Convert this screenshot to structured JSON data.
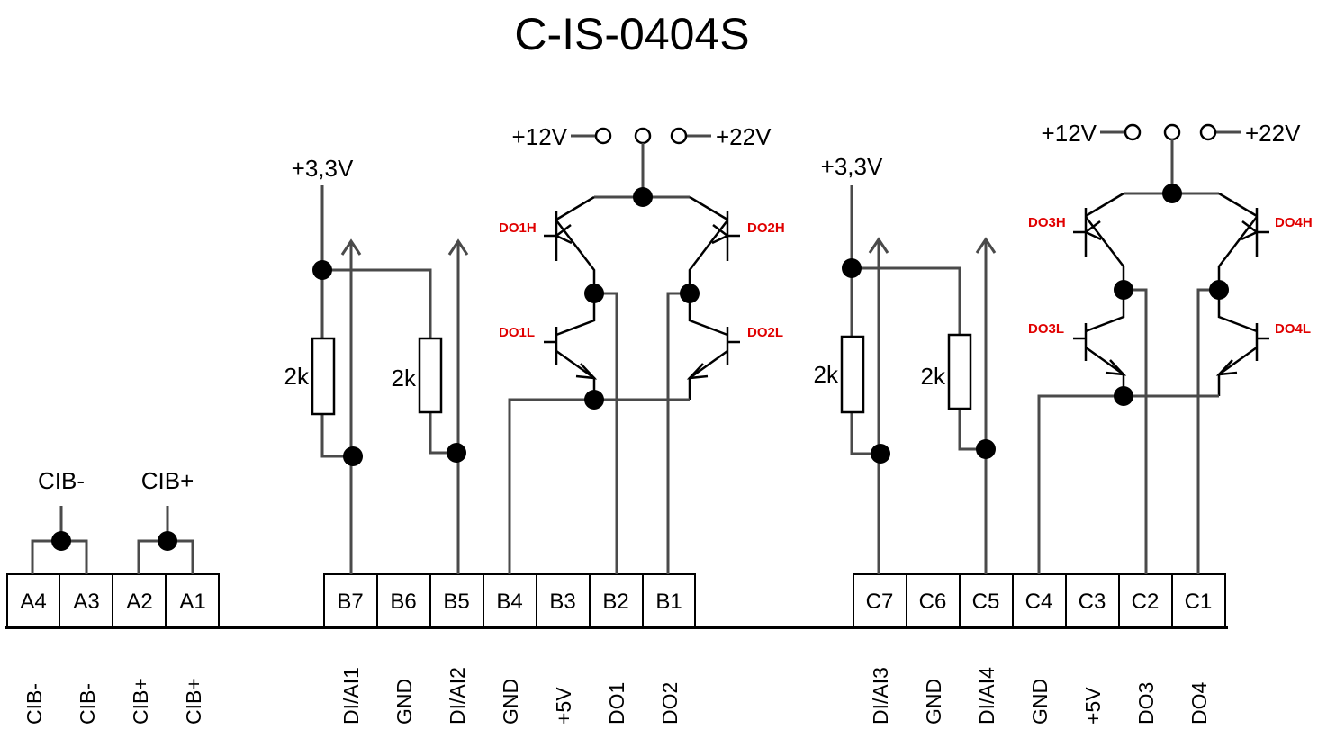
{
  "title": "C-IS-0404S",
  "supply": {
    "v33": "+3,3V",
    "v12": "+12V",
    "v22": "+22V"
  },
  "bus": {
    "cib_minus": "CIB-",
    "cib_plus": "CIB+"
  },
  "resistor_value": "2k",
  "transistors": {
    "do1h": "DO1H",
    "do2h": "DO2H",
    "do1l": "DO1L",
    "do2l": "DO2L",
    "do3h": "DO3H",
    "do4h": "DO4H",
    "do3l": "DO3L",
    "do4l": "DO4L"
  },
  "terminals": {
    "a": [
      "A4",
      "A3",
      "A2",
      "A1"
    ],
    "b": [
      "B7",
      "B6",
      "B5",
      "B4",
      "B3",
      "B2",
      "B1"
    ],
    "c": [
      "C7",
      "C6",
      "C5",
      "C4",
      "C3",
      "C2",
      "C1"
    ]
  },
  "pin_functions": {
    "a": [
      "CIB-",
      "CIB-",
      "CIB+",
      "CIB+"
    ],
    "b": [
      "DI/AI1",
      "GND",
      "DI/AI2",
      "GND",
      "+5V",
      "DO1",
      "DO2"
    ],
    "c": [
      "DI/AI3",
      "GND",
      "DI/AI4",
      "GND",
      "+5V",
      "DO3",
      "DO4"
    ]
  },
  "colors": {
    "wire": "#4a4a4a",
    "label_red": "#e00000"
  }
}
